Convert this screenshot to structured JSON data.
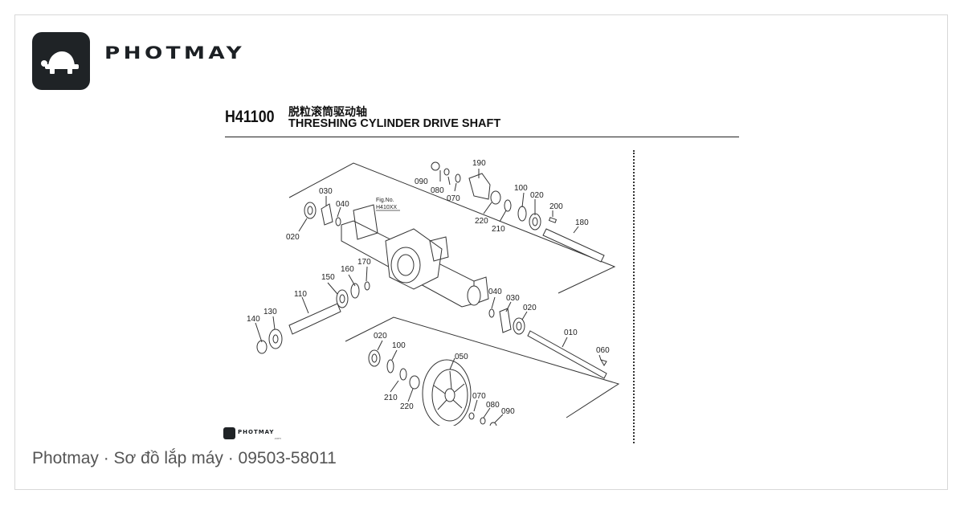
{
  "brand": {
    "name": "PHOTMAY",
    "logo_icon": "turtle-icon",
    "watermark_sub": ".com"
  },
  "header": {
    "code": "H41100",
    "title_cn": "脱粒滚筒驱动轴",
    "title_en": "THRESHING CYLINDER DRIVE SHAFT"
  },
  "figure": {
    "fig_no_label": "Fig.No.",
    "fig_no_value": "H410XX"
  },
  "parts": {
    "p020a": "020",
    "p030a": "030",
    "p040a": "040",
    "p090a": "090",
    "p080a": "080",
    "p070a": "070",
    "p190": "190",
    "p220a": "220",
    "p210a": "210",
    "p100a": "100",
    "p020b": "020",
    "p200": "200",
    "p180": "180",
    "p170": "170",
    "p160": "160",
    "p150": "150",
    "p110": "110",
    "p130": "130",
    "p140": "140",
    "p040b": "040",
    "p030b": "030",
    "p020c": "020",
    "p010": "010",
    "p060": "060",
    "p020d": "020",
    "p100b": "100",
    "p050": "050",
    "p210b": "210",
    "p220b": "220",
    "p070b": "070",
    "p080b": "080",
    "p090b": "090"
  },
  "footer": {
    "text": "Photmay · Sơ đồ lắp máy · 09503-58011"
  }
}
